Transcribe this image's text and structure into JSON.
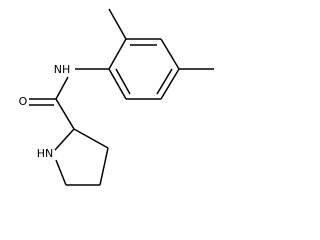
{
  "atoms": {
    "amide_nitrogen": "NH",
    "carbonyl_oxygen": "O",
    "ring_nitrogen": "HN"
  },
  "colors": {
    "bond": "#000000",
    "label": "#000000",
    "background": "#ffffff"
  }
}
